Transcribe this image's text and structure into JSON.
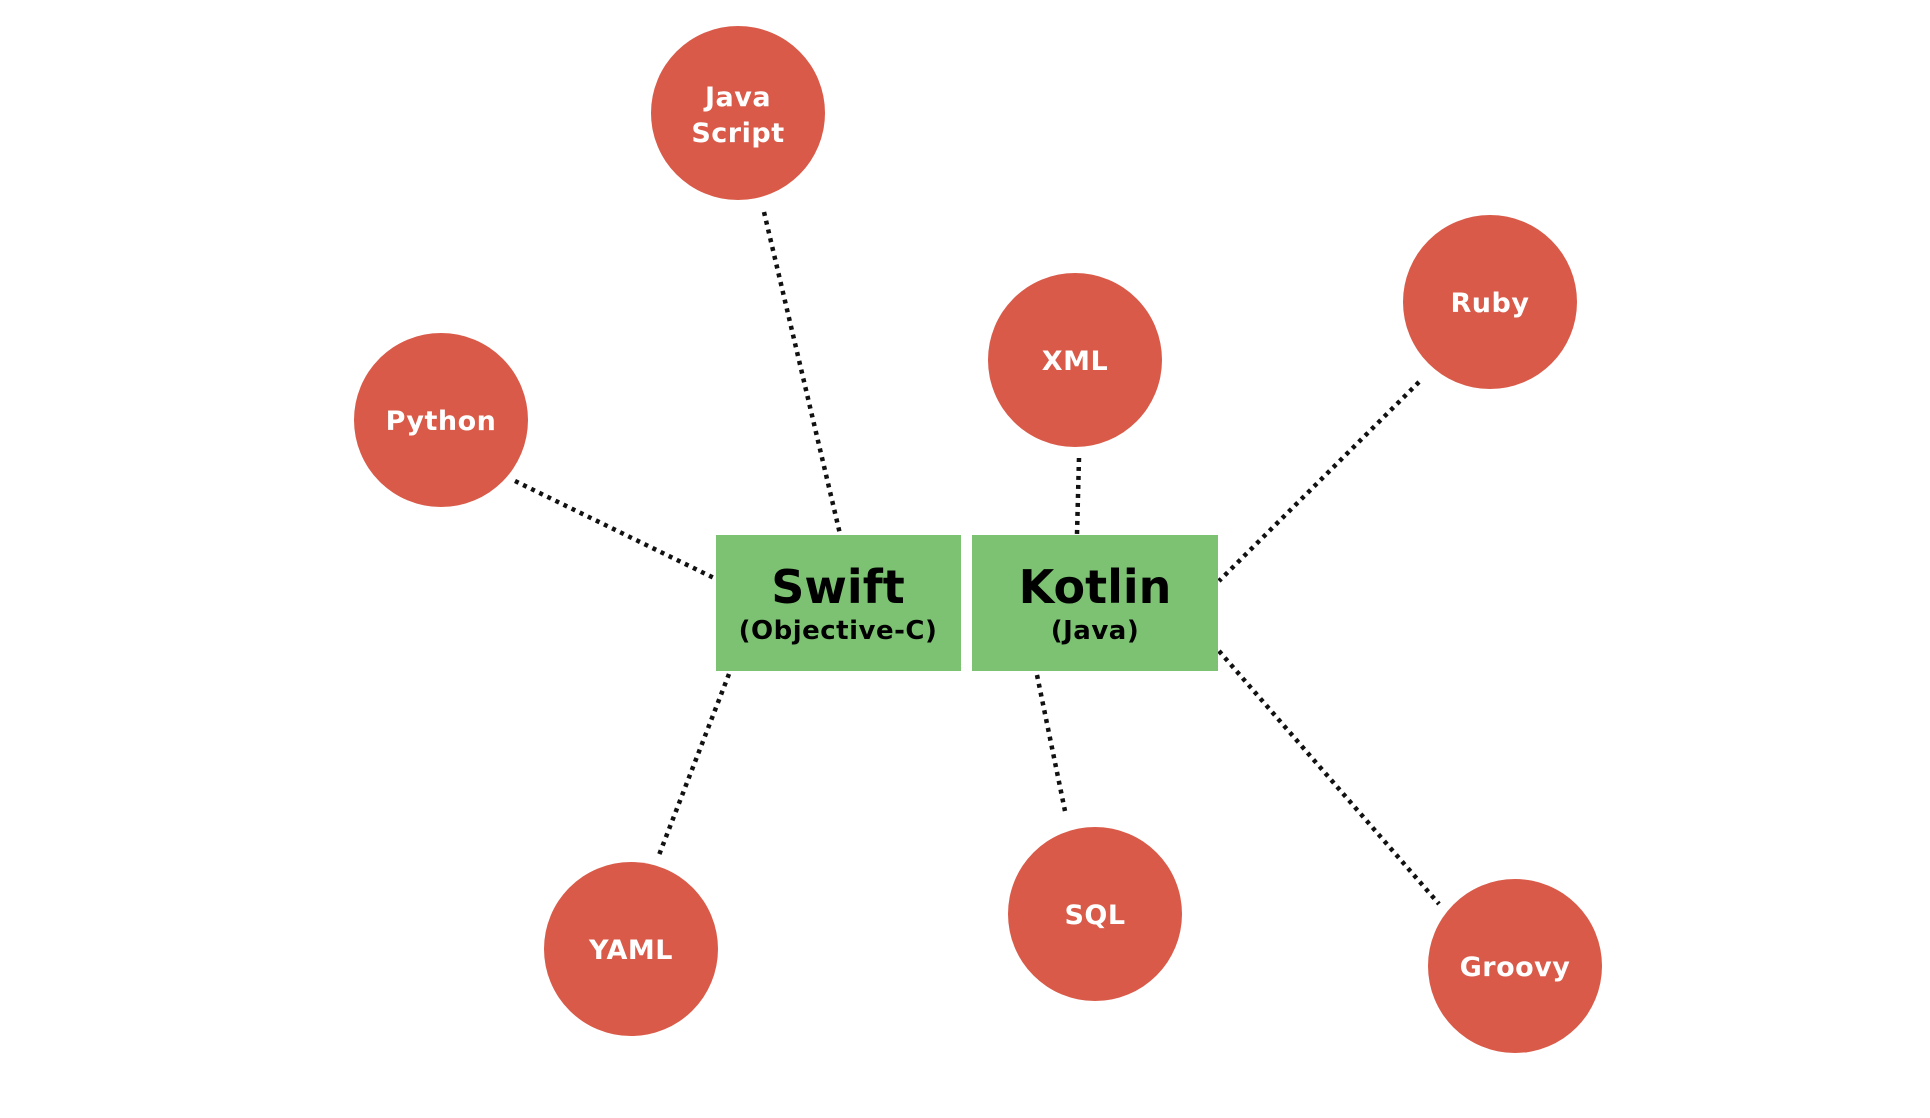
{
  "colors": {
    "node": "#d95a48",
    "hub": "#7dc272",
    "connector": "#111111",
    "background": "#ffffff"
  },
  "hubs": [
    {
      "id": "swift",
      "title": "Swift",
      "subtitle": "(Objective-C)"
    },
    {
      "id": "kotlin",
      "title": "Kotlin",
      "subtitle": "(Java)"
    }
  ],
  "nodes": [
    {
      "id": "javascript",
      "lines": [
        "Java",
        "Script"
      ]
    },
    {
      "id": "python",
      "lines": [
        "Python"
      ]
    },
    {
      "id": "yaml",
      "lines": [
        "YAML"
      ]
    },
    {
      "id": "xml",
      "lines": [
        "XML"
      ]
    },
    {
      "id": "ruby",
      "lines": [
        "Ruby"
      ]
    },
    {
      "id": "sql",
      "lines": [
        "SQL"
      ]
    },
    {
      "id": "groovy",
      "lines": [
        "Groovy"
      ]
    }
  ],
  "edges": [
    {
      "from": "swift",
      "to": "javascript"
    },
    {
      "from": "swift",
      "to": "python"
    },
    {
      "from": "swift",
      "to": "yaml"
    },
    {
      "from": "kotlin",
      "to": "xml"
    },
    {
      "from": "kotlin",
      "to": "ruby"
    },
    {
      "from": "kotlin",
      "to": "sql"
    },
    {
      "from": "kotlin",
      "to": "groovy"
    }
  ]
}
